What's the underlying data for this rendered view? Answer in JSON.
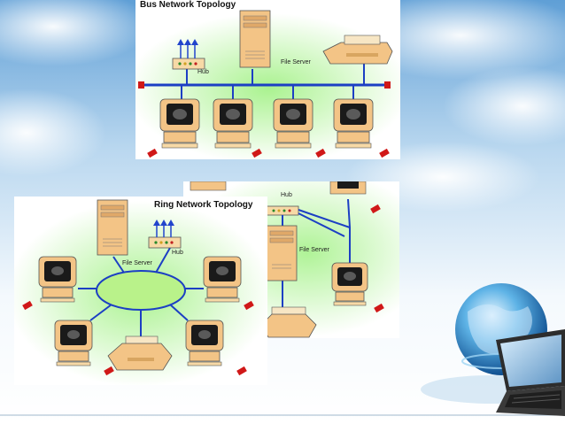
{
  "diagrams": {
    "bus": {
      "title": "Bus Network Topology",
      "server_label": "File Server",
      "hub_label": "Hub"
    },
    "ring": {
      "title": "Ring Network Topology",
      "server_label": "File Server",
      "hub_label": "Hub"
    },
    "star": {
      "server_label": "File Server",
      "hub_label": "Hub"
    }
  },
  "colors": {
    "bus_line": "#1c3fc4",
    "terminator": "#d01818",
    "ring_fill": "#b9f28a",
    "ring_stroke": "#1c3fc4",
    "glow": "#9bf07c",
    "monitor_body": "#f3c486",
    "screen": "#1a1a1a",
    "hub_body": "#f7d9a6",
    "arrow": "#2244cc"
  },
  "icons": [
    "computer-icon",
    "file-server-icon",
    "hub-icon",
    "printer-icon",
    "globe-icon",
    "laptop-icon"
  ]
}
